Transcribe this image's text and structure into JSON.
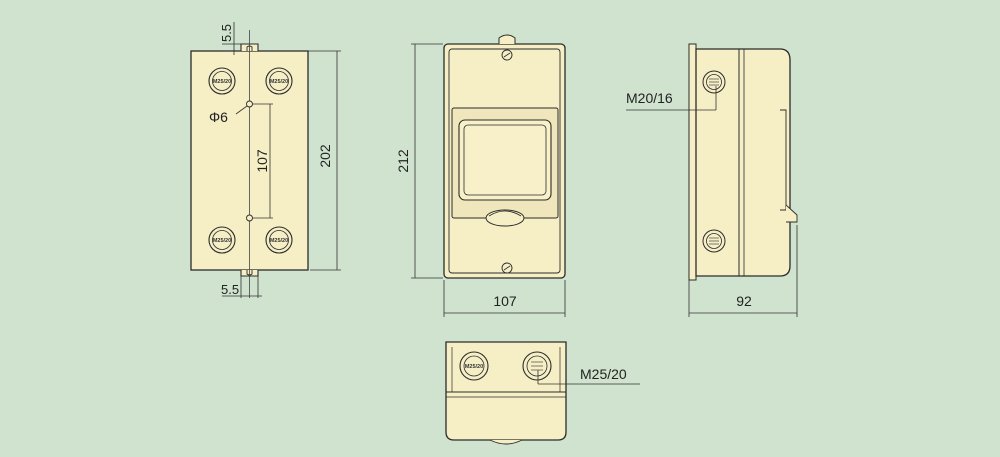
{
  "colors": {
    "background": "#cfe3cf",
    "body_fill": "#f6efc6",
    "outline": "#2b2b2b",
    "dimension_line": "#333333"
  },
  "rear_view": {
    "dim_top_offset": "5.5",
    "dim_bottom_offset": "5.5",
    "dim_hole_diameter": "Φ6",
    "dim_hole_spacing": "107",
    "dim_height": "202",
    "gland_labels": [
      "M25/20",
      "M25/20",
      "M25/20",
      "M25/20"
    ]
  },
  "front_view": {
    "dim_height": "212",
    "dim_width": "107"
  },
  "side_view": {
    "cable_gland_label": "M20/16",
    "dim_depth": "92"
  },
  "bottom_view": {
    "cable_gland_label": "M25/20",
    "gland_label_small": "M25/20"
  }
}
